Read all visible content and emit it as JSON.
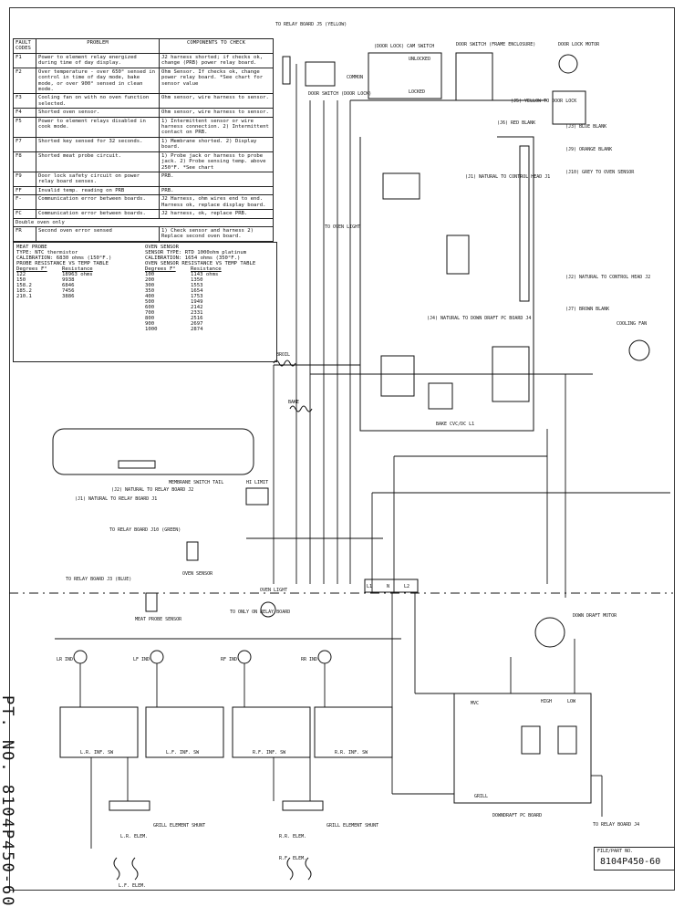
{
  "fault_table": {
    "headers": [
      "FAULT CODES",
      "PROBLEM",
      "COMPONENTS TO CHECK"
    ],
    "rows": [
      {
        "code": "F1",
        "problem": "Power to element relay energized during time of day display.",
        "check": "J2 harness shorted; if checks ok, change (PRB) power relay board."
      },
      {
        "code": "F2",
        "problem": "Over temperature - over 650° sensed in control in time of day mode, bake mode, or over 900° sensed in clean mode.",
        "check": "Ohm Sensor. If checks ok, change power relay board. *See chart for sensor value"
      },
      {
        "code": "F3",
        "problem": "Cooling fan on with no oven function selected.",
        "check": "Ohm sensor, wire harness to sensor."
      },
      {
        "code": "F4",
        "problem": "Shorted oven sensor.",
        "check": "Ohm sensor, wire harness to sensor."
      },
      {
        "code": "F5",
        "problem": "Power to element relays disabled in cook mode.",
        "check": "1) Intermittent sensor or wire harness connection. 2) Intermittent contact on PRB."
      },
      {
        "code": "F7",
        "problem": "Shorted key sensed for 32 seconds.",
        "check": "1) Membrane shorted. 2) Display board."
      },
      {
        "code": "F8",
        "problem": "Shorted meat probe circuit.",
        "check": "1) Probe jack or harness to probe jack. 2) Probe sensing temp. above 250°F. *See chart"
      },
      {
        "code": "F9",
        "problem": "Door lock safety circuit on power relay board senses.",
        "check": "PRB."
      },
      {
        "code": "FF",
        "problem": "Invalid temp. reading on PRB",
        "check": "PRB."
      },
      {
        "code": "F-",
        "problem": "Communication error between boards.",
        "check": "J2 Harness, ohm wires end to end. Harness ok, replace display board."
      },
      {
        "code": "FC",
        "problem": "Communication error between boards.",
        "check": "J2 harness, ok, replace PRB."
      }
    ],
    "double_oven_label": "Double oven only",
    "fr": {
      "code": "FR",
      "problem": "Second oven error sensed",
      "check": "1) Check sensor and harness 2) Replace second oven board."
    }
  },
  "meat_probe": {
    "title": "MEAT PROBE",
    "type": "TYPE:    NTC thermistor",
    "calibration": "CALIBRATION: 6830 ohms  (150°F.)",
    "table_title": "PROBE RESISTANCE VS TEMP TABLE",
    "col1": "Degrees F°",
    "col2": "Resistance",
    "rows": [
      [
        "122",
        "18963 ohms"
      ],
      [
        "150",
        "9938"
      ],
      [
        "158.2",
        "6846"
      ],
      [
        "185.2",
        "7456"
      ],
      [
        "210.1",
        "3886"
      ]
    ]
  },
  "oven_sensor": {
    "title": "OVEN SENSOR",
    "type": "SENSOR TYPE:  RTD 1000ohm platinum",
    "calibration": "CALIBRATION:  1654 ohms  (350°F.)",
    "table_title": "OVEN SENSOR RESISTANCE VS TEMP TABLE",
    "col1": "Degrees F°",
    "col2": "Resistance",
    "rows": [
      [
        "100",
        "1143 ohms"
      ],
      [
        "200",
        "1350"
      ],
      [
        "300",
        "1553"
      ],
      [
        "350",
        "1654"
      ],
      [
        "400",
        "1753"
      ],
      [
        "500",
        "1949"
      ],
      [
        "600",
        "2142"
      ],
      [
        "700",
        "2331"
      ],
      [
        "800",
        "2516"
      ],
      [
        "900",
        "2697"
      ],
      [
        "1000",
        "2874"
      ]
    ]
  },
  "labels": {
    "relay_j5": "TO RELAY BOARD J5 (YELLOW)",
    "door_switch_lock": "DOOR SWITCH (DOOR LOCK)",
    "door_lock_cam": "(DOOR LOCK) CAM SWITCH",
    "door_switch_frame": "DOOR SWITCH (FRAME ENCLOSURE)",
    "door_lock_motor": "DOOR LOCK MOTOR",
    "common": "COMMON",
    "unlocked": "UNLOCKED",
    "locked": "LOCKED",
    "j5_yellow": "(J5) YELLOW TO DOOR LOCK",
    "j6_red": "(J6) RED BLANK",
    "j3_blue": "(J3) BLUE BLANK",
    "j9_orange": "(J9) ORANGE BLANK",
    "j10_grey": "(J10) GREY TO OVEN SENSOR",
    "j1_natural": "(J1) NATURAL TO CONTROL HEAD J1",
    "j2_natural": "(J2) NATURAL TO CONTROL HEAD J2",
    "j7_brown": "(J7) BROWN BLANK",
    "j4_natural": "(J4) NATURAL TO DOWN DRAFT PC BOARD J4",
    "to_oven_light": "TO OVEN LIGHT",
    "cooling_fan": "COOLING FAN",
    "broil": "BROIL",
    "bake": "BAKE",
    "hi_limit": "HI LIMIT",
    "membrane_tail": "MEMBRANE SWITCH TAIL",
    "cj2_natural": "(J2) NATURAL TO RELAY BOARD J2",
    "cj1_natural": "(J1) NATURAL TO RELAY BOARD J1",
    "relay_j10": "TO RELAY BOARD J10 (GREEN)",
    "oven_sensor": "OVEN SENSOR",
    "relay_j3": "TO RELAY BOARD J3 (BLUE)",
    "meat_probe_sensor": "MEAT PROBE SENSOR",
    "oven_light": "OVEN LIGHT",
    "to_only_relay": "TO ONLY ON RELAY BOARD",
    "lr_ind": "LR IND",
    "lf_ind": "LF IND",
    "rf_ind": "RF IND",
    "rr_ind": "RR IND",
    "lr_sw": "L.R. INF. SW",
    "lf_sw": "L.F. INF. SW",
    "rf_sw": "R.F. INF. SW",
    "rr_sw": "R.R. INF. SW",
    "lr_elem": "L.R. ELEM.",
    "lf_elem": "L.F. ELEM.",
    "rr_elem": "R.R. ELEM.",
    "rf_elem": "R.F. ELEM.",
    "grill_elem": "GRILL ELEMENT SHUNT",
    "grill_elem2": "GRILL ELEMENT SHUNT",
    "down_draft_motor": "DOWN DRAFT MOTOR",
    "downdraft_pc": "DOWNDRAFT PC BOARD",
    "to_relay_j4": "TO RELAY BOARD J4",
    "mvc": "MVC",
    "high": "HIGH",
    "low": "LOW",
    "grill": "GRILL",
    "l1": "L1",
    "n": "N",
    "l2": "L2",
    "bake_label_pcb": "BAKE CVC/DC L1"
  },
  "part_number_vertical": "PT. NO. 8104P450-60",
  "title_block": {
    "header": "FILE/PART NO.",
    "number": "8104P450-60"
  }
}
